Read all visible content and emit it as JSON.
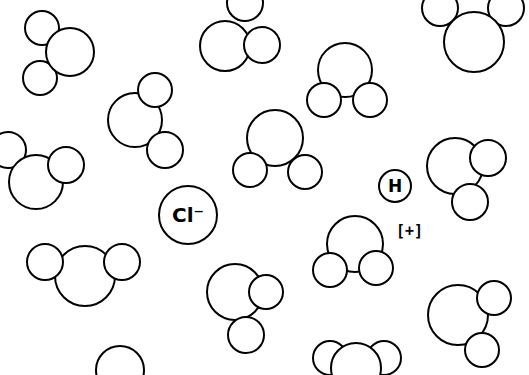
{
  "diagram": {
    "nodes": [
      {
        "text": [
          "Cl⁻"
        ]
      },
      {
        "text": [
          "H"
        ]
      }
    ],
    "labels": [
      "[+]"
    ]
  }
}
